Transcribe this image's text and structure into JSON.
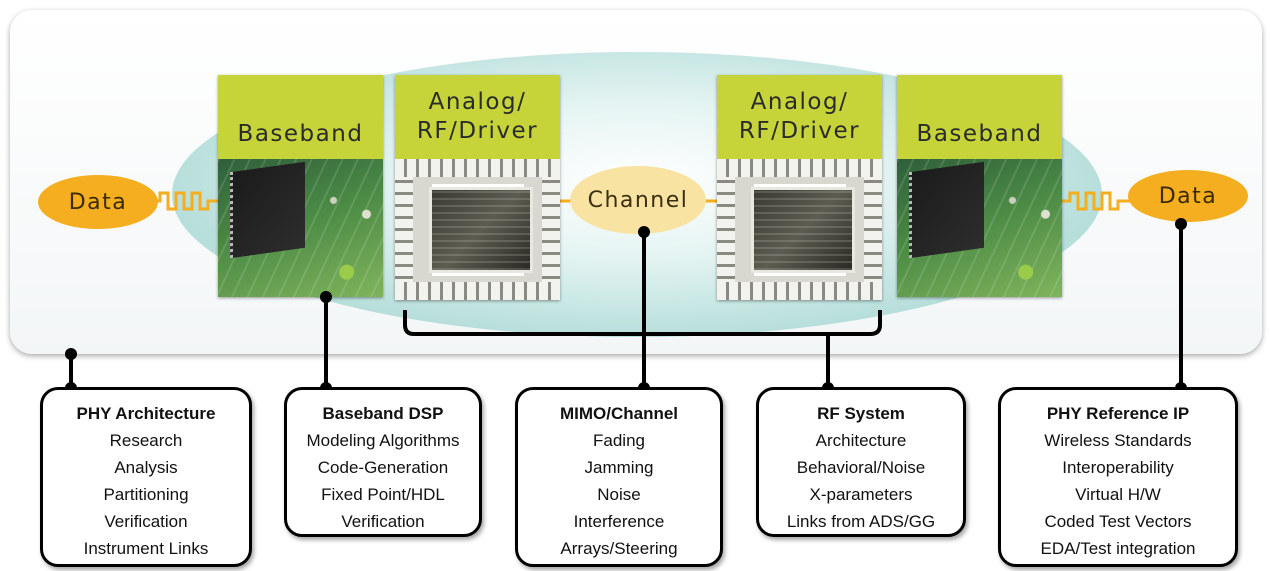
{
  "colors": {
    "data_pill": "#f4ae20",
    "channel_pill": "#f9e3a3",
    "chip_header": "#c6d43a",
    "ellipse": "#b2dcd8",
    "connector": "#000000",
    "signal_wire": "#f4ae20"
  },
  "nodes": {
    "data_left": "Data",
    "baseband_left": "Baseband",
    "analog_left": [
      "Analog/",
      "RF/Driver"
    ],
    "channel": "Channel",
    "analog_right": [
      "Analog/",
      "RF/Driver"
    ],
    "baseband_right": "Baseband",
    "data_right": "Data"
  },
  "cards": [
    {
      "title": "PHY Architecture",
      "items": [
        "Research",
        "Analysis",
        "Partitioning",
        "Verification",
        "Instrument Links"
      ]
    },
    {
      "title": "Baseband DSP",
      "items": [
        "Modeling Algorithms",
        "Code-Generation",
        "Fixed Point/HDL",
        "Verification"
      ]
    },
    {
      "title": "MIMO/Channel",
      "items": [
        "Fading",
        "Jamming",
        "Noise",
        "Interference",
        "Arrays/Steering"
      ]
    },
    {
      "title": "RF System",
      "items": [
        "Architecture",
        "Behavioral/Noise",
        "X-parameters",
        "Links from ADS/GG"
      ]
    },
    {
      "title": "PHY Reference IP",
      "items": [
        "Wireless Standards",
        "Interoperability",
        "Virtual H/W",
        "Coded Test Vectors",
        "EDA/Test integration"
      ]
    }
  ]
}
